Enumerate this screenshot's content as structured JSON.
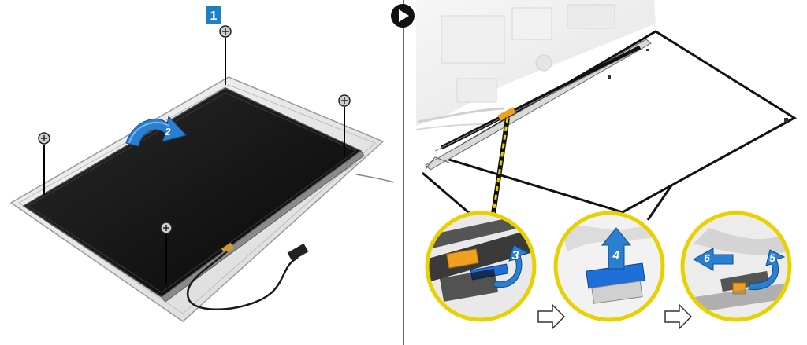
{
  "left_panel": {
    "step_badge": "1",
    "rotate_arrow_step": "2"
  },
  "right_panel": {
    "play_icon": "play-circle-icon",
    "zoom_steps": [
      "3",
      "4",
      "5",
      "6"
    ]
  },
  "colors": {
    "badge_blue": "#1d7fc4",
    "arrow_blue": "#2a7fd0",
    "callout_yellow": "#e8d100",
    "tape_blue": "#1f6fd8",
    "connector_orange": "#f0a020"
  }
}
